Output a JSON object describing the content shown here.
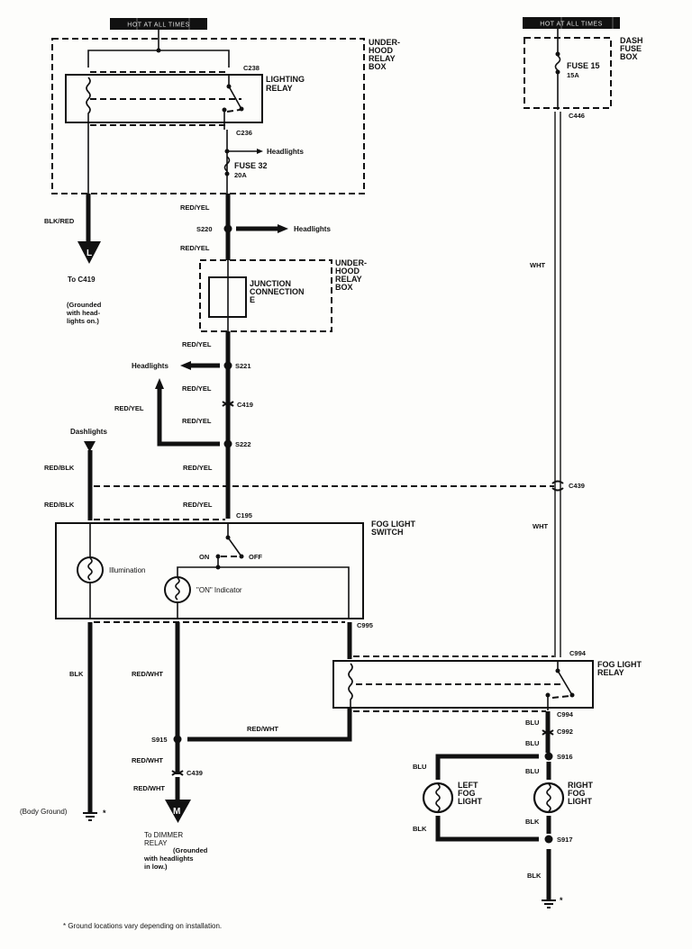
{
  "diagram": {
    "power_labels": {
      "main": "HOT AT ALL TIMES",
      "dash": "HOT AT ALL TIMES"
    },
    "boxes": {
      "underhood_relay_box_1": "UNDER-\nHOOD\nRELAY\nBOX",
      "underhood_relay_box_2": "UNDER-\nHOOD\nRELAY\nBOX",
      "dash_fuse_box": "DASH\nFUSE\nBOX",
      "lighting_relay": "LIGHTING\nRELAY",
      "junction_connection": "JUNCTION\nCONNECTION\nE",
      "fog_light_switch": "FOG LIGHT\nSWITCH",
      "fog_light_relay": "FOG LIGHT\nRELAY"
    },
    "fuses": [
      {
        "name": "FUSE 32",
        "rating": "20A"
      },
      {
        "name": "FUSE 15",
        "rating": "15A"
      }
    ],
    "connectors": {
      "c238_top": "C238",
      "c236": "C236",
      "c446": "C446",
      "c419": "C419",
      "c439_right": "C439",
      "c195": "C195",
      "c995": "C995",
      "c994_top": "C994",
      "c994_bottom": "C994",
      "c992": "C992",
      "c439_bottom": "C439"
    },
    "splices": {
      "s220": "S220",
      "s221": "S221",
      "s222": "S222",
      "s915": "S915",
      "s916": "S916",
      "s917": "S917"
    },
    "wire_colors": {
      "blk_red": "BLK/RED",
      "red_yel_1": "RED/YEL",
      "red_yel_2": "RED/YEL",
      "red_yel_3": "RED/YEL",
      "red_yel_4": "RED/YEL",
      "red_yel_5": "RED/YEL",
      "red_yel_6": "RED/YEL",
      "red_yel_7": "RED/YEL",
      "red_yel_left": "RED/YEL",
      "red_blk_1": "RED/BLK",
      "red_blk_2": "RED/BLK",
      "wht_1": "WHT",
      "wht_2": "WHT",
      "blk_1": "BLK",
      "red_wht_1": "RED/WHT",
      "red_wht_2": "RED/WHT",
      "red_wht_3": "RED/WHT",
      "red_wht_4": "RED/WHT",
      "blu_1": "BLU",
      "blu_2": "BLU",
      "blu_3": "BLU",
      "blu_4": "BLU",
      "blk_2": "BLK",
      "blk_3": "BLK",
      "blk_4": "BLK"
    },
    "destinations": {
      "headlights_1": "Headlights",
      "headlights_2": "Headlights",
      "headlights_3": "Headlights",
      "dashlights": "Dashlights",
      "to_c419": "To C419",
      "grounded_note": "(Grounded\nwith head-\nlights on.)",
      "to_dimmer": "To DIMMER\nRELAY",
      "dimmer_note": "(Grounded\nwith headlights\nin low.)",
      "body_ground": "(Body Ground)"
    },
    "terminal_letters": {
      "l": "L",
      "m": "M"
    },
    "switch": {
      "on": "ON",
      "off": "OFF",
      "illumination": "Illumination",
      "on_indicator": "\"ON\" Indicator"
    },
    "lights": {
      "left": "LEFT\nFOG\nLIGHT",
      "right": "RIGHT\nFOG\nLIGHT"
    },
    "footnote": "* Ground locations vary depending on installation.",
    "asterisk": "*"
  }
}
